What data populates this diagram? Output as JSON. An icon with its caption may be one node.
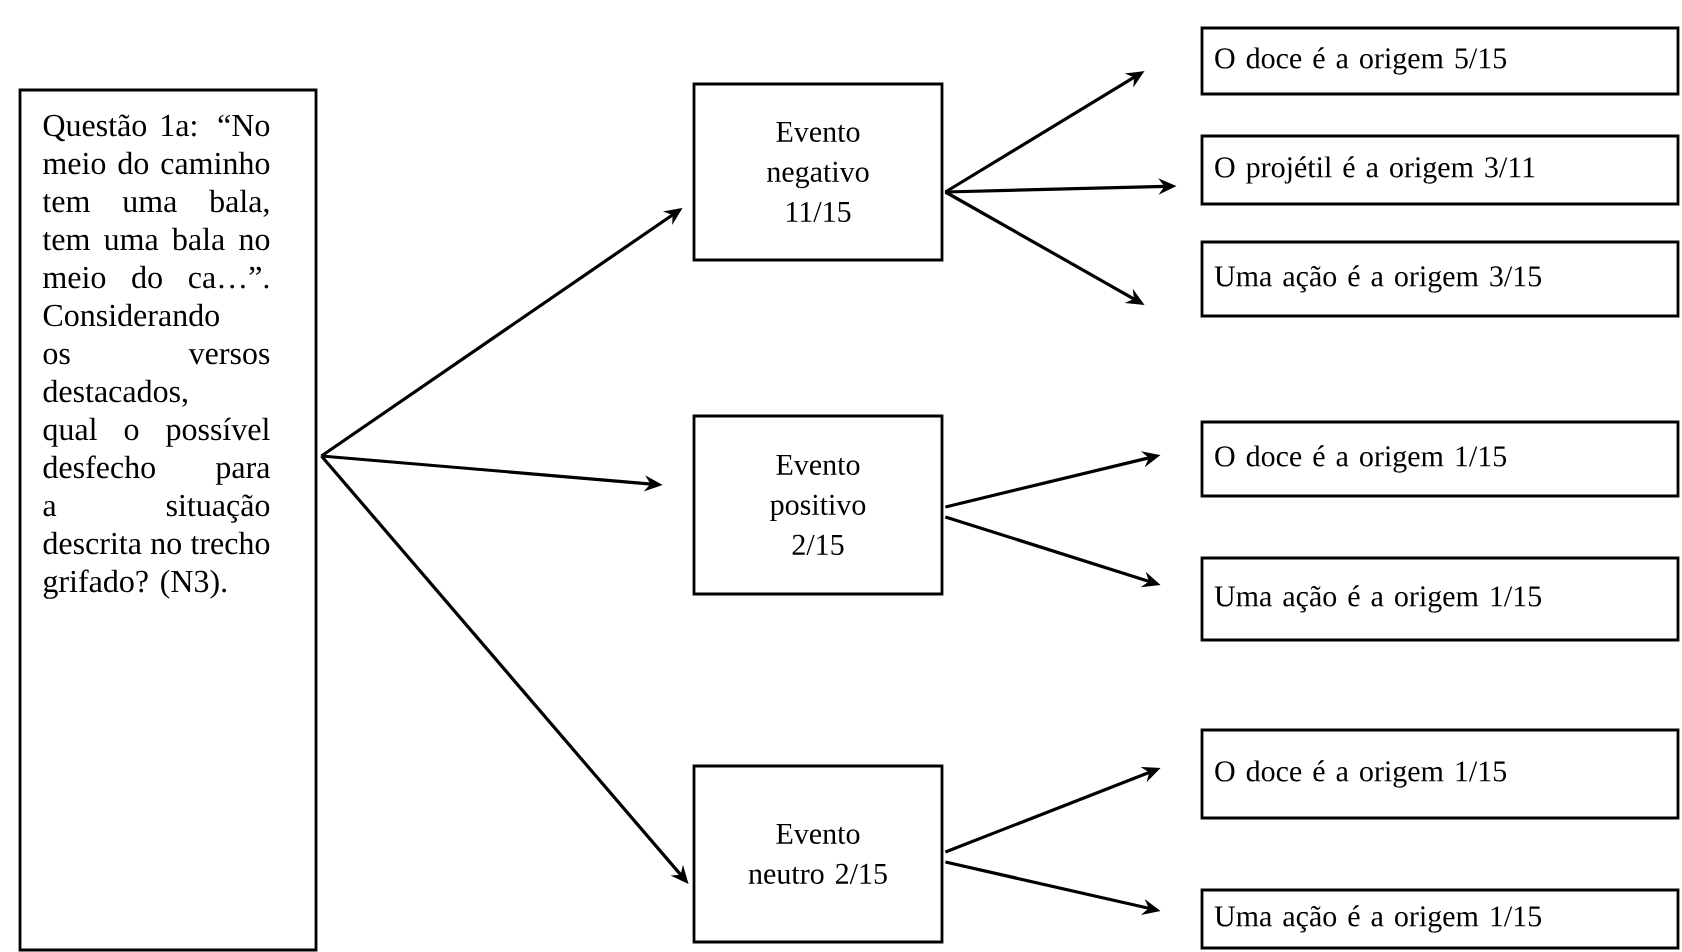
{
  "diagram": {
    "nodes": [
      {
        "text": [
          "Questão 1a: “No meio do caminho tem uma bala, tem uma bala no meio do ca…”. Considerando os versos destacados, qual o possível desfecho para a situação descrita no trecho grifado? (N3)."
        ]
      },
      {
        "text": [
          "Evento negativo 11/15"
        ]
      },
      {
        "text": [
          "Evento positivo 2/15"
        ]
      },
      {
        "text": [
          "Evento neutro 2/15"
        ]
      },
      {
        "text": [
          "O doce é a origem 5/15"
        ]
      },
      {
        "text": [
          "O projétil é a origem 3/11"
        ]
      },
      {
        "text": [
          "Uma ação é a origem 3/15"
        ]
      },
      {
        "text": [
          "O doce é a origem 1/15"
        ]
      },
      {
        "text": [
          "Uma ação é a origem  1/15"
        ]
      },
      {
        "text": [
          "O doce é a origem 1/15"
        ]
      },
      {
        "text": [
          "Uma ação é a origem 1/15"
        ]
      }
    ],
    "edges": [
      {
        "from": 0,
        "to": 1,
        "arrow": "to"
      },
      {
        "from": 0,
        "to": 2,
        "arrow": "to"
      },
      {
        "from": 0,
        "to": 3,
        "arrow": "to"
      },
      {
        "from": 1,
        "to": 4,
        "arrow": "to"
      },
      {
        "from": 1,
        "to": 5,
        "arrow": "to"
      },
      {
        "from": 1,
        "to": 6,
        "arrow": "to"
      },
      {
        "from": 2,
        "to": 7,
        "arrow": "to"
      },
      {
        "from": 2,
        "to": 8,
        "arrow": "to"
      },
      {
        "from": 3,
        "to": 9,
        "arrow": "to"
      },
      {
        "from": 3,
        "to": 10,
        "arrow": "to"
      }
    ]
  }
}
